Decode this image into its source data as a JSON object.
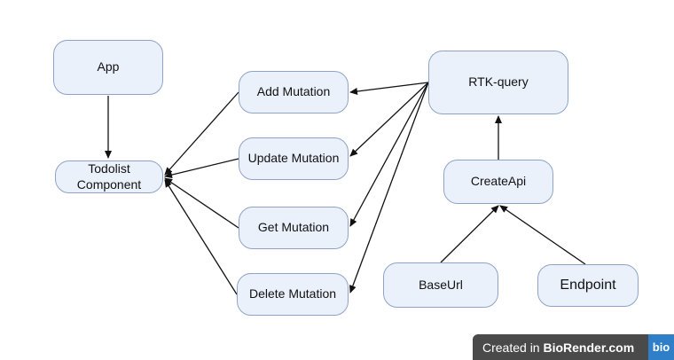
{
  "nodes": {
    "app": "App",
    "todolist": "Todolist\nComponent",
    "add_mutation": "Add Mutation",
    "update_mutation": "Update Mutation",
    "get_mutation": "Get Mutation",
    "delete_mutation": "Delete Mutation",
    "rtk_query": "RTK-query",
    "create_api": "CreateApi",
    "base_url": "BaseUrl",
    "endpoint": "Endpoint"
  },
  "badge": {
    "prefix": "Created in",
    "brand": "BioRender.com",
    "logo": "bio"
  },
  "colors": {
    "node_fill": "#eaf1fb",
    "node_border": "#8fa3c7",
    "arrow": "#111111",
    "badge_bg": "#4a4a4a",
    "badge_logo_bg": "#2e7fc8"
  }
}
